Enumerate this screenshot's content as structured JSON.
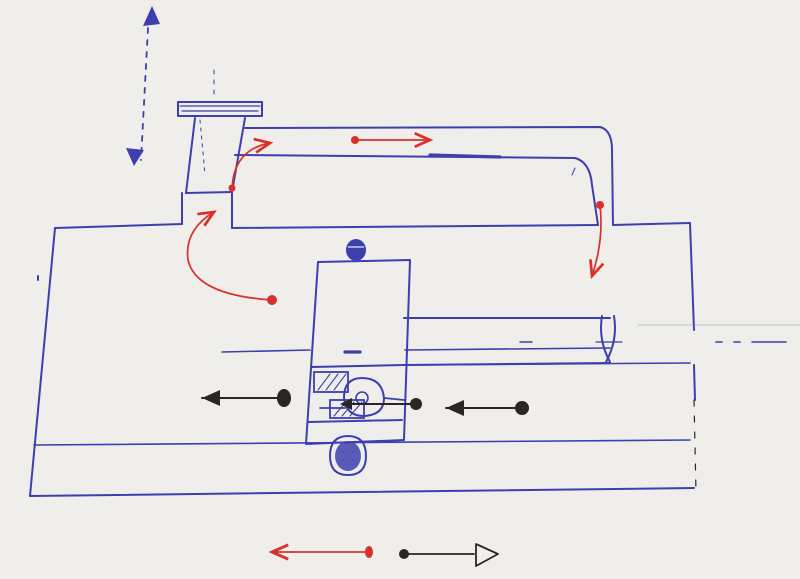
{
  "diagram": {
    "kind": "hand-drawn mechanism sketch",
    "colors": {
      "paper": "#f1efec",
      "blue_ink": "#3d3fae",
      "red_ink": "#d9302c",
      "black_ink": "#2b2622"
    },
    "elements": [
      "housing-outline",
      "piston-plunger",
      "return-channel",
      "sliding-carriage",
      "rotating-cam",
      "horizontal-rod",
      "vertical-motion-arrow",
      "flow-arrows-red",
      "motion-arrows-black",
      "legend-arrows"
    ]
  }
}
